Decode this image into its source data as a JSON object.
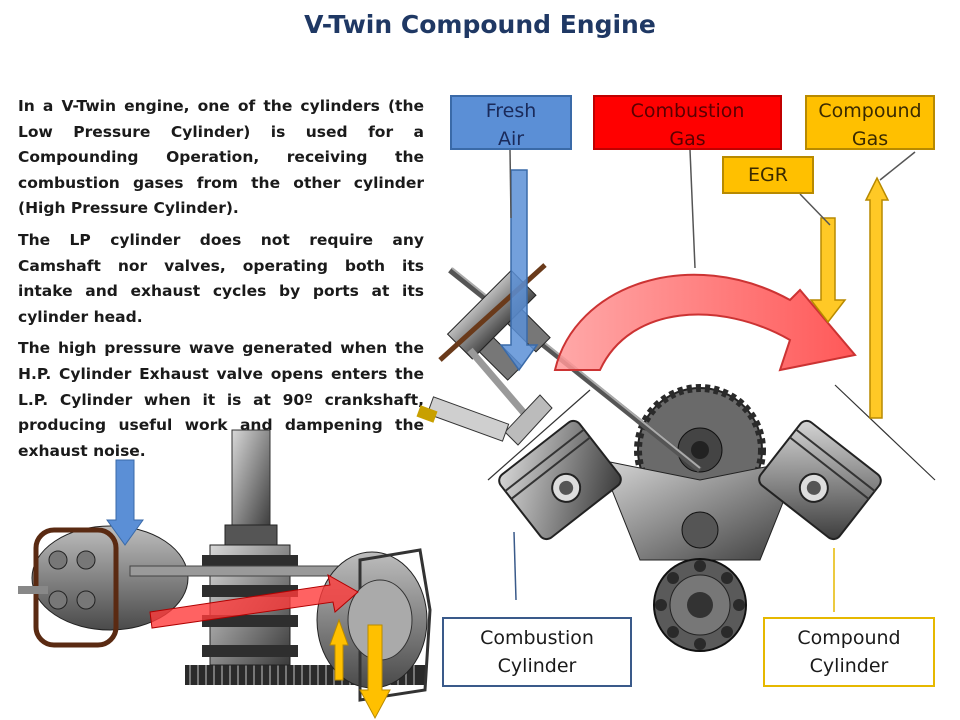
{
  "title": "V-Twin Compound Engine",
  "description": [
    "In a V-Twin engine, one of  the cylinders (the Low Pressure Cylinder) is used for a Compounding Operation, receiving the combustion gases from the other cylinder (High Pressure Cylinder).",
    "The LP cylinder  does not require any Camshaft nor valves, operating both its intake and exhaust cycles by ports at its cylinder head.",
    "The high pressure wave generated when the H.P. Cylinder Exhaust valve opens enters the L.P. Cylinder when it is at 90º crankshaft, producing useful work and dampening the exhaust noise."
  ],
  "labels": {
    "fresh_air": [
      "Fresh",
      "Air"
    ],
    "combustion_gas": [
      "Combustion",
      "Gas"
    ],
    "compound_gas": [
      "Compound",
      "Gas"
    ],
    "egr": "EGR",
    "combustion_cylinder": [
      "Combustion",
      "Cylinder"
    ],
    "compound_cylinder": [
      "Compound",
      "Cylinder"
    ]
  },
  "colors": {
    "fresh_air": "#5b8fd6",
    "combustion_gas": "#ff0000",
    "compound_gas": "#ffc000",
    "title": "#1f3864"
  }
}
